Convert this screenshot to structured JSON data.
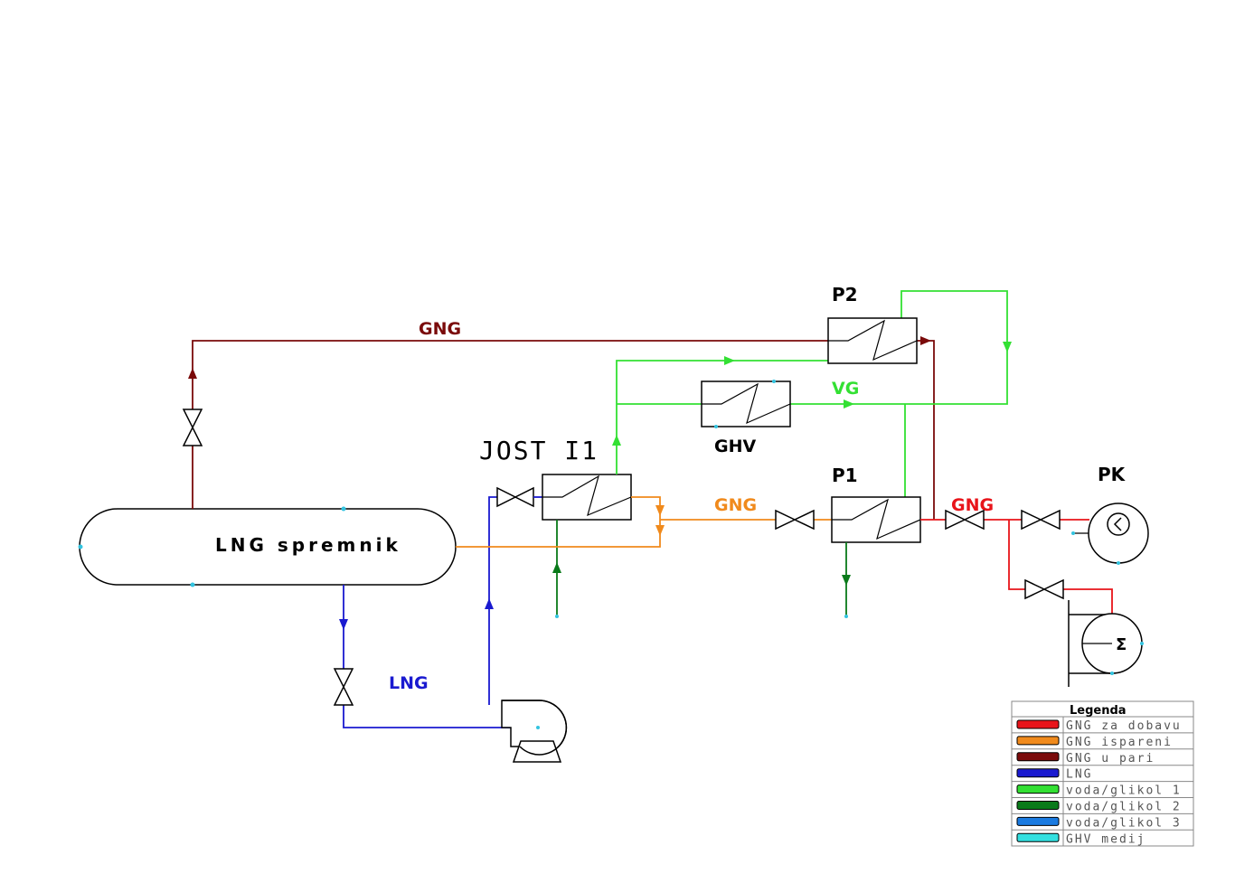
{
  "labels": {
    "tank": "LNG spremnik",
    "jost": "JOST I1",
    "p1": "P1",
    "p2": "P2",
    "pk": "PK",
    "ghv": "GHV",
    "vg": "VG",
    "gng_top": "GNG",
    "gng_mid": "GNG",
    "gng_right": "GNG",
    "lng": "LNG",
    "sigma": "Σ"
  },
  "legend": {
    "title": "Legenda",
    "items": [
      {
        "label": "GNG za dobavu",
        "color": "#e8141a"
      },
      {
        "label": "GNG ispareni",
        "color": "#f08a1c"
      },
      {
        "label": "GNG u pari",
        "color": "#7a0a0a"
      },
      {
        "label": "LNG",
        "color": "#1a1ad0"
      },
      {
        "label": "voda/glikol 1",
        "color": "#33e033"
      },
      {
        "label": "voda/glikol 2",
        "color": "#0a7a1a"
      },
      {
        "label": "voda/glikol 3",
        "color": "#1a7ae0"
      },
      {
        "label": "GHV medij",
        "color": "#33e0e0"
      }
    ]
  },
  "colors": {
    "gng_supply": "#e8141a",
    "gng_boiloff": "#f08a1c",
    "gng_vapor": "#7a0a0a",
    "lng": "#1a1ad0",
    "glycol1": "#33e033",
    "glycol2": "#0a7a1a",
    "label_gng_top": "#7a0a0a",
    "label_gng_mid": "#f08a1c",
    "label_gng_right": "#e8141a",
    "label_vg": "#33e033",
    "label_lng": "#1a1ad0"
  }
}
